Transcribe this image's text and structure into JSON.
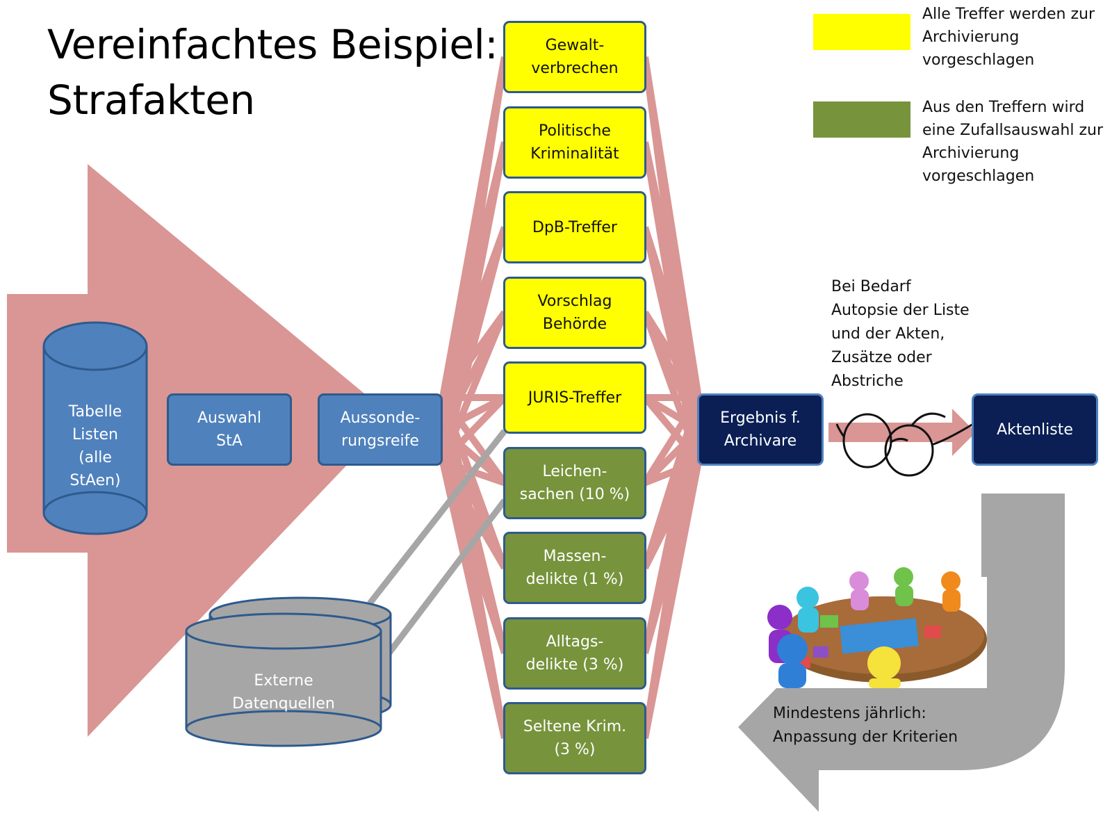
{
  "title": "Vereinfachtes Beispiel:\nStrafakten",
  "legend": {
    "yellow": {
      "color": "#ffff00",
      "text": "Alle Treffer werden zur\nArchivierung\nvorgeschlagen"
    },
    "green": {
      "color": "#77933c",
      "text": "Aus den Treffern wird\neine Zufallsauswahl zur\nArchivierung\nvorgeschlagen"
    }
  },
  "sources": {
    "tabelle": "Tabelle\nListen\n(alle\nStAen)",
    "extern": "Externe\nDatenquellen"
  },
  "process": {
    "auswahl": "Auswahl\nStA",
    "aussonderung": "Aussonde-\nrungsreife"
  },
  "categories": [
    {
      "label": "Gewalt-\nverbrechen",
      "color": "yellow"
    },
    {
      "label": "Politische\nKriminalität",
      "color": "yellow"
    },
    {
      "label": "DpB-Treffer",
      "color": "yellow"
    },
    {
      "label": "Vorschlag\nBehörde",
      "color": "yellow"
    },
    {
      "label": "JURIS-Treffer",
      "color": "yellow"
    },
    {
      "label": "Leichen-\nsachen (10 %)",
      "color": "green"
    },
    {
      "label": "Massen-\ndelikte (1 %)",
      "color": "green"
    },
    {
      "label": "Alltags-\ndelikte (3 %)",
      "color": "green"
    },
    {
      "label": "Seltene Krim.\n(3 %)",
      "color": "green"
    }
  ],
  "result": {
    "ergebnis": "Ergebnis f.\nArchivare",
    "aktenliste": "Aktenliste"
  },
  "notes": {
    "bedarf": "Bei Bedarf\nAutopsie der Liste\nund der Akten,\nZusätze oder\nAbstriche",
    "jaehrlich": "Mindestens jährlich:\nAnpassung der Kriterien"
  },
  "colors": {
    "connector": "#d99694",
    "grey_connector": "#a6a6a6",
    "big_arrow": "#d99694",
    "return_arrow": "#a6a6a6",
    "cylinder_blue": "#4f81bd",
    "cylinder_grey": "#a6a6a6"
  },
  "icons": [
    "glasses-icon",
    "team-puzzle-illustration"
  ]
}
